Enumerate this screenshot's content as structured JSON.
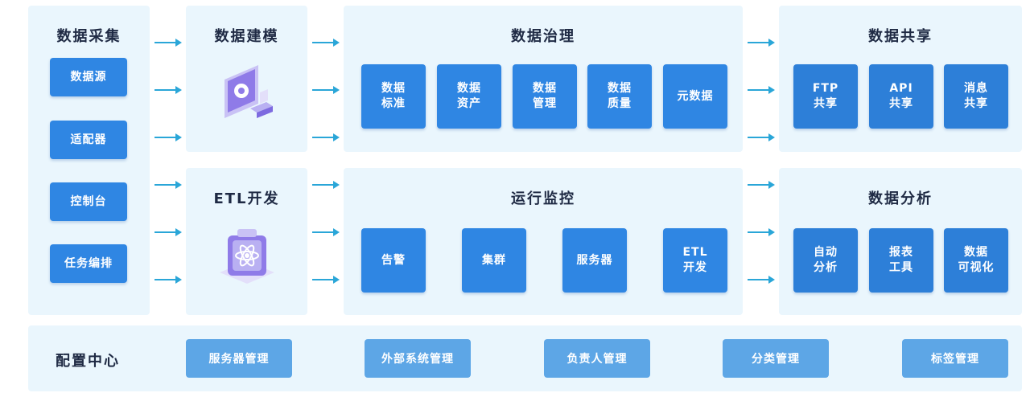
{
  "collection": {
    "title": "数据采集",
    "items": [
      "数据源",
      "适配器",
      "控制台",
      "任务编排"
    ]
  },
  "modeling": {
    "title": "数据建模",
    "icon": "gear-monitor-icon"
  },
  "etl": {
    "title": "ETL开发",
    "icon": "atom-cube-icon"
  },
  "governance": {
    "title": "数据治理",
    "items": [
      "数据\n标准",
      "数据\n资产",
      "数据\n管理",
      "数据\n质量",
      "元数据"
    ]
  },
  "monitoring": {
    "title": "运行监控",
    "items": [
      "告警",
      "集群",
      "服务器",
      "ETL\n开发"
    ]
  },
  "sharing": {
    "title": "数据共享",
    "items": [
      "FTP\n共享",
      "API\n共享",
      "消息\n共享"
    ]
  },
  "analysis": {
    "title": "数据分析",
    "items": [
      "自动\n分析",
      "报表\n工具",
      "数据\n可视化"
    ]
  },
  "config_center": {
    "title": "配置中心",
    "items": [
      "服务器管理",
      "外部系统管理",
      "负责人管理",
      "分类管理",
      "标签管理"
    ]
  },
  "colors": {
    "panel": "#eaf6fd",
    "box": "#2f86e3",
    "config_box": "#5da6e6",
    "arrow": "#2aa6d8"
  }
}
